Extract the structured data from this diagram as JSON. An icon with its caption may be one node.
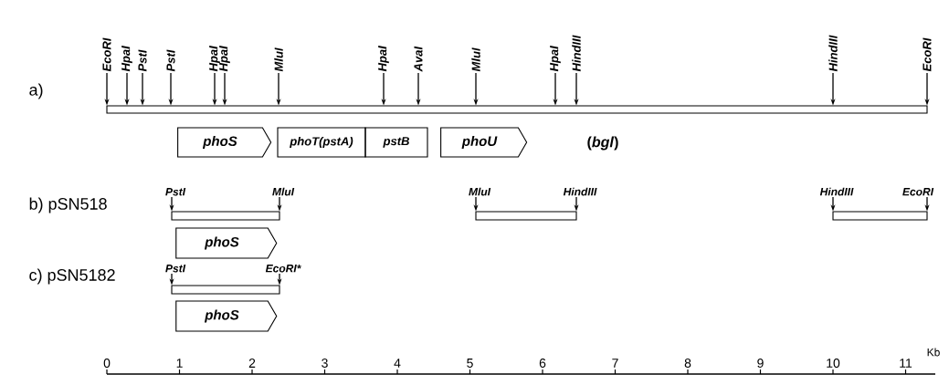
{
  "diagram": {
    "nodes": [
      {
        "text": [
          "EcoRI"
        ]
      },
      {
        "text": [
          "HpaI"
        ]
      },
      {
        "text": [
          "PstI"
        ]
      },
      {
        "text": [
          "PstI"
        ]
      },
      {
        "text": [
          "HpaI"
        ]
      },
      {
        "text": [
          "HpaI"
        ]
      },
      {
        "text": [
          "MluI"
        ]
      },
      {
        "text": [
          "HpaI"
        ]
      },
      {
        "text": [
          "AvaI"
        ]
      },
      {
        "text": [
          "MluI"
        ]
      },
      {
        "text": [
          "HpaI"
        ]
      },
      {
        "text": [
          "HindIII"
        ]
      },
      {
        "text": [
          "HindIII"
        ]
      },
      {
        "text": [
          "EcoRI"
        ]
      },
      {
        "text": [],
        "shape": "bar"
      },
      {
        "text": [
          "phoS"
        ]
      },
      {
        "text": [
          "phoT(pstA)"
        ]
      },
      {
        "text": [
          "pstB"
        ]
      },
      {
        "text": [
          "phoU"
        ]
      },
      {
        "text": [
          "PstI"
        ]
      },
      {
        "text": [
          "MluI"
        ]
      },
      {
        "text": [
          "MluI"
        ]
      },
      {
        "text": [
          "HindIII"
        ]
      },
      {
        "text": [
          "HindIII"
        ]
      },
      {
        "text": [
          "EcoRI"
        ]
      },
      {
        "text": [],
        "shape": "bar"
      },
      {
        "text": [],
        "shape": "bar"
      },
      {
        "text": [],
        "shape": "bar"
      },
      {
        "text": [
          "phoS"
        ]
      },
      {
        "text": [
          "PstI"
        ]
      },
      {
        "text": [
          "EcoRI*"
        ]
      },
      {
        "text": [],
        "shape": "bar"
      },
      {
        "text": [
          "phoS"
        ]
      }
    ],
    "edges": [
      {
        "from": 0,
        "to": 14,
        "arrow": "to"
      },
      {
        "from": 1,
        "to": 14,
        "arrow": "to"
      },
      {
        "from": 2,
        "to": 14,
        "arrow": "to"
      },
      {
        "from": 3,
        "to": 14,
        "arrow": "to"
      },
      {
        "from": 4,
        "to": 14,
        "arrow": "to"
      },
      {
        "from": 5,
        "to": 14,
        "arrow": "to"
      },
      {
        "from": 6,
        "to": 14,
        "arrow": "to"
      },
      {
        "from": 7,
        "to": 14,
        "arrow": "to"
      },
      {
        "from": 8,
        "to": 14,
        "arrow": "to"
      },
      {
        "from": 9,
        "to": 14,
        "arrow": "to"
      },
      {
        "from": 10,
        "to": 14,
        "arrow": "to"
      },
      {
        "from": 11,
        "to": 14,
        "arrow": "to"
      },
      {
        "from": 12,
        "to": 14,
        "arrow": "to"
      },
      {
        "from": 13,
        "to": 14,
        "arrow": "to"
      },
      {
        "from": 19,
        "to": 25,
        "arrow": "to"
      },
      {
        "from": 20,
        "to": 25,
        "arrow": "to"
      },
      {
        "from": 21,
        "to": 26,
        "arrow": "to"
      },
      {
        "from": 22,
        "to": 26,
        "arrow": "to"
      },
      {
        "from": 23,
        "to": 27,
        "arrow": "to"
      },
      {
        "from": 24,
        "to": 27,
        "arrow": "to"
      },
      {
        "from": 29,
        "to": 31,
        "arrow": "to"
      },
      {
        "from": 30,
        "to": 31,
        "arrow": "to"
      }
    ],
    "labels": [
      "a)",
      "(*bgl*)",
      "b) pSN518",
      "c) pSN5182",
      "0",
      "1",
      "2",
      "3",
      "4",
      "5",
      "6",
      "7",
      "8",
      "9",
      "10",
      "11",
      "Kb"
    ]
  }
}
